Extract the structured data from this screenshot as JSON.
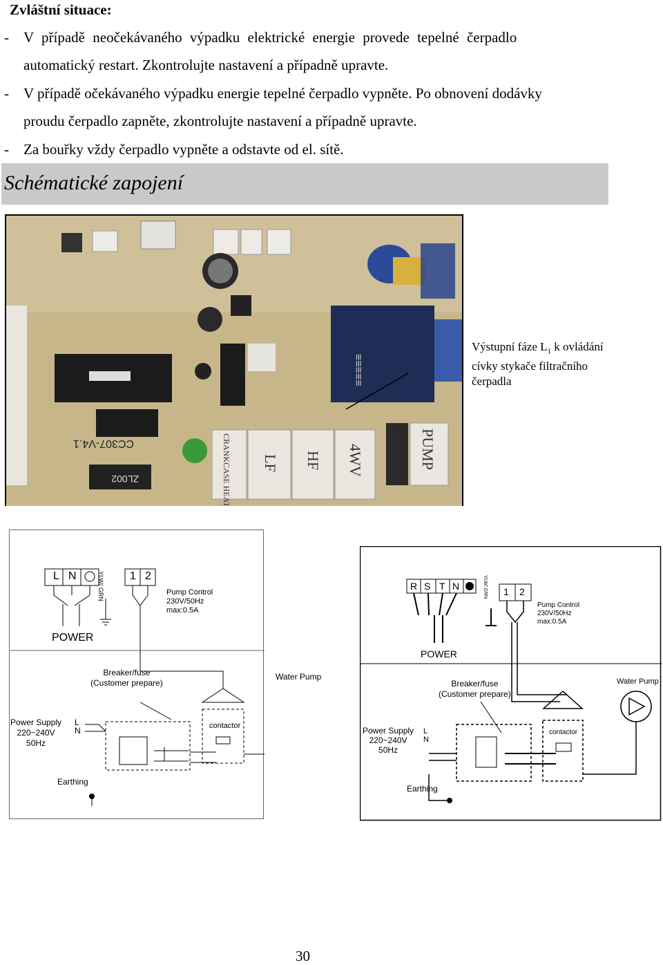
{
  "heading": "Zvláštní situace:",
  "bullets": [
    {
      "dash": "-",
      "lines": [
        "V případě  neočekávaného  výpadku  elektrické  energie  provede  tepelné  čerpadlo",
        "automatický restart. Zkontrolujte nastavení a případně upravte."
      ]
    },
    {
      "dash": "-",
      "lines": [
        "V případě očekávaného výpadku energie tepelné čerpadlo vypněte. Po obnovení dodávky",
        "proudu čerpadlo zapněte, zkontrolujte nastavení a případně upravte."
      ]
    },
    {
      "dash": "-",
      "lines": [
        "Za bouřky vždy čerpadlo vypněte a odstavte od el. sítě."
      ]
    }
  ],
  "section_title": "Schématické zapojení",
  "photo": {
    "caption_lines": [
      "Výstupní fáze L",
      "1",
      " k ovládání",
      "cívky stykače filtračního",
      "čerpadla"
    ],
    "board_labels": {
      "crankcase": "CRANKCASE HEATER",
      "lf": "LF",
      "hf": "HF",
      "fwv": "4WV",
      "pump": "PUMP",
      "model": "CC307-V4.1",
      "chip": "ZL002"
    }
  },
  "diagram_left": {
    "terminals_power": [
      "L",
      "N"
    ],
    "ylw_grn": "YLW/ GRN",
    "terminals_pump": [
      "1",
      "2"
    ],
    "pump_control": [
      "Pump Control",
      "230V/50Hz",
      "max:0.5A"
    ],
    "power": "POWER",
    "breaker": [
      "Breaker/fuse",
      "(Customer prepare)"
    ],
    "water_pump": "Water Pump",
    "power_supply": [
      "Power Supply",
      "220~240V",
      "50Hz"
    ],
    "ln": [
      "L",
      "N"
    ],
    "contactor": "contactor",
    "earthing": "Earthing"
  },
  "diagram_right": {
    "terminals_power": [
      "R",
      "S",
      "T",
      "N"
    ],
    "ylw_grn": "YLW/ GRN",
    "terminals_pump": [
      "1",
      "2"
    ],
    "pump_control": [
      "Pump  Control",
      "230V/50Hz",
      "max:0.5A"
    ],
    "power": "POWER",
    "breaker": [
      "Breaker/fuse",
      "(Customer prepare)"
    ],
    "water_pump": "Water Pump",
    "power_supply": [
      "Power Supply",
      "220~240V",
      "50Hz"
    ],
    "ln": [
      "L",
      "N"
    ],
    "contactor": "contactor",
    "earthing": "Earthing"
  },
  "page_number": "30"
}
